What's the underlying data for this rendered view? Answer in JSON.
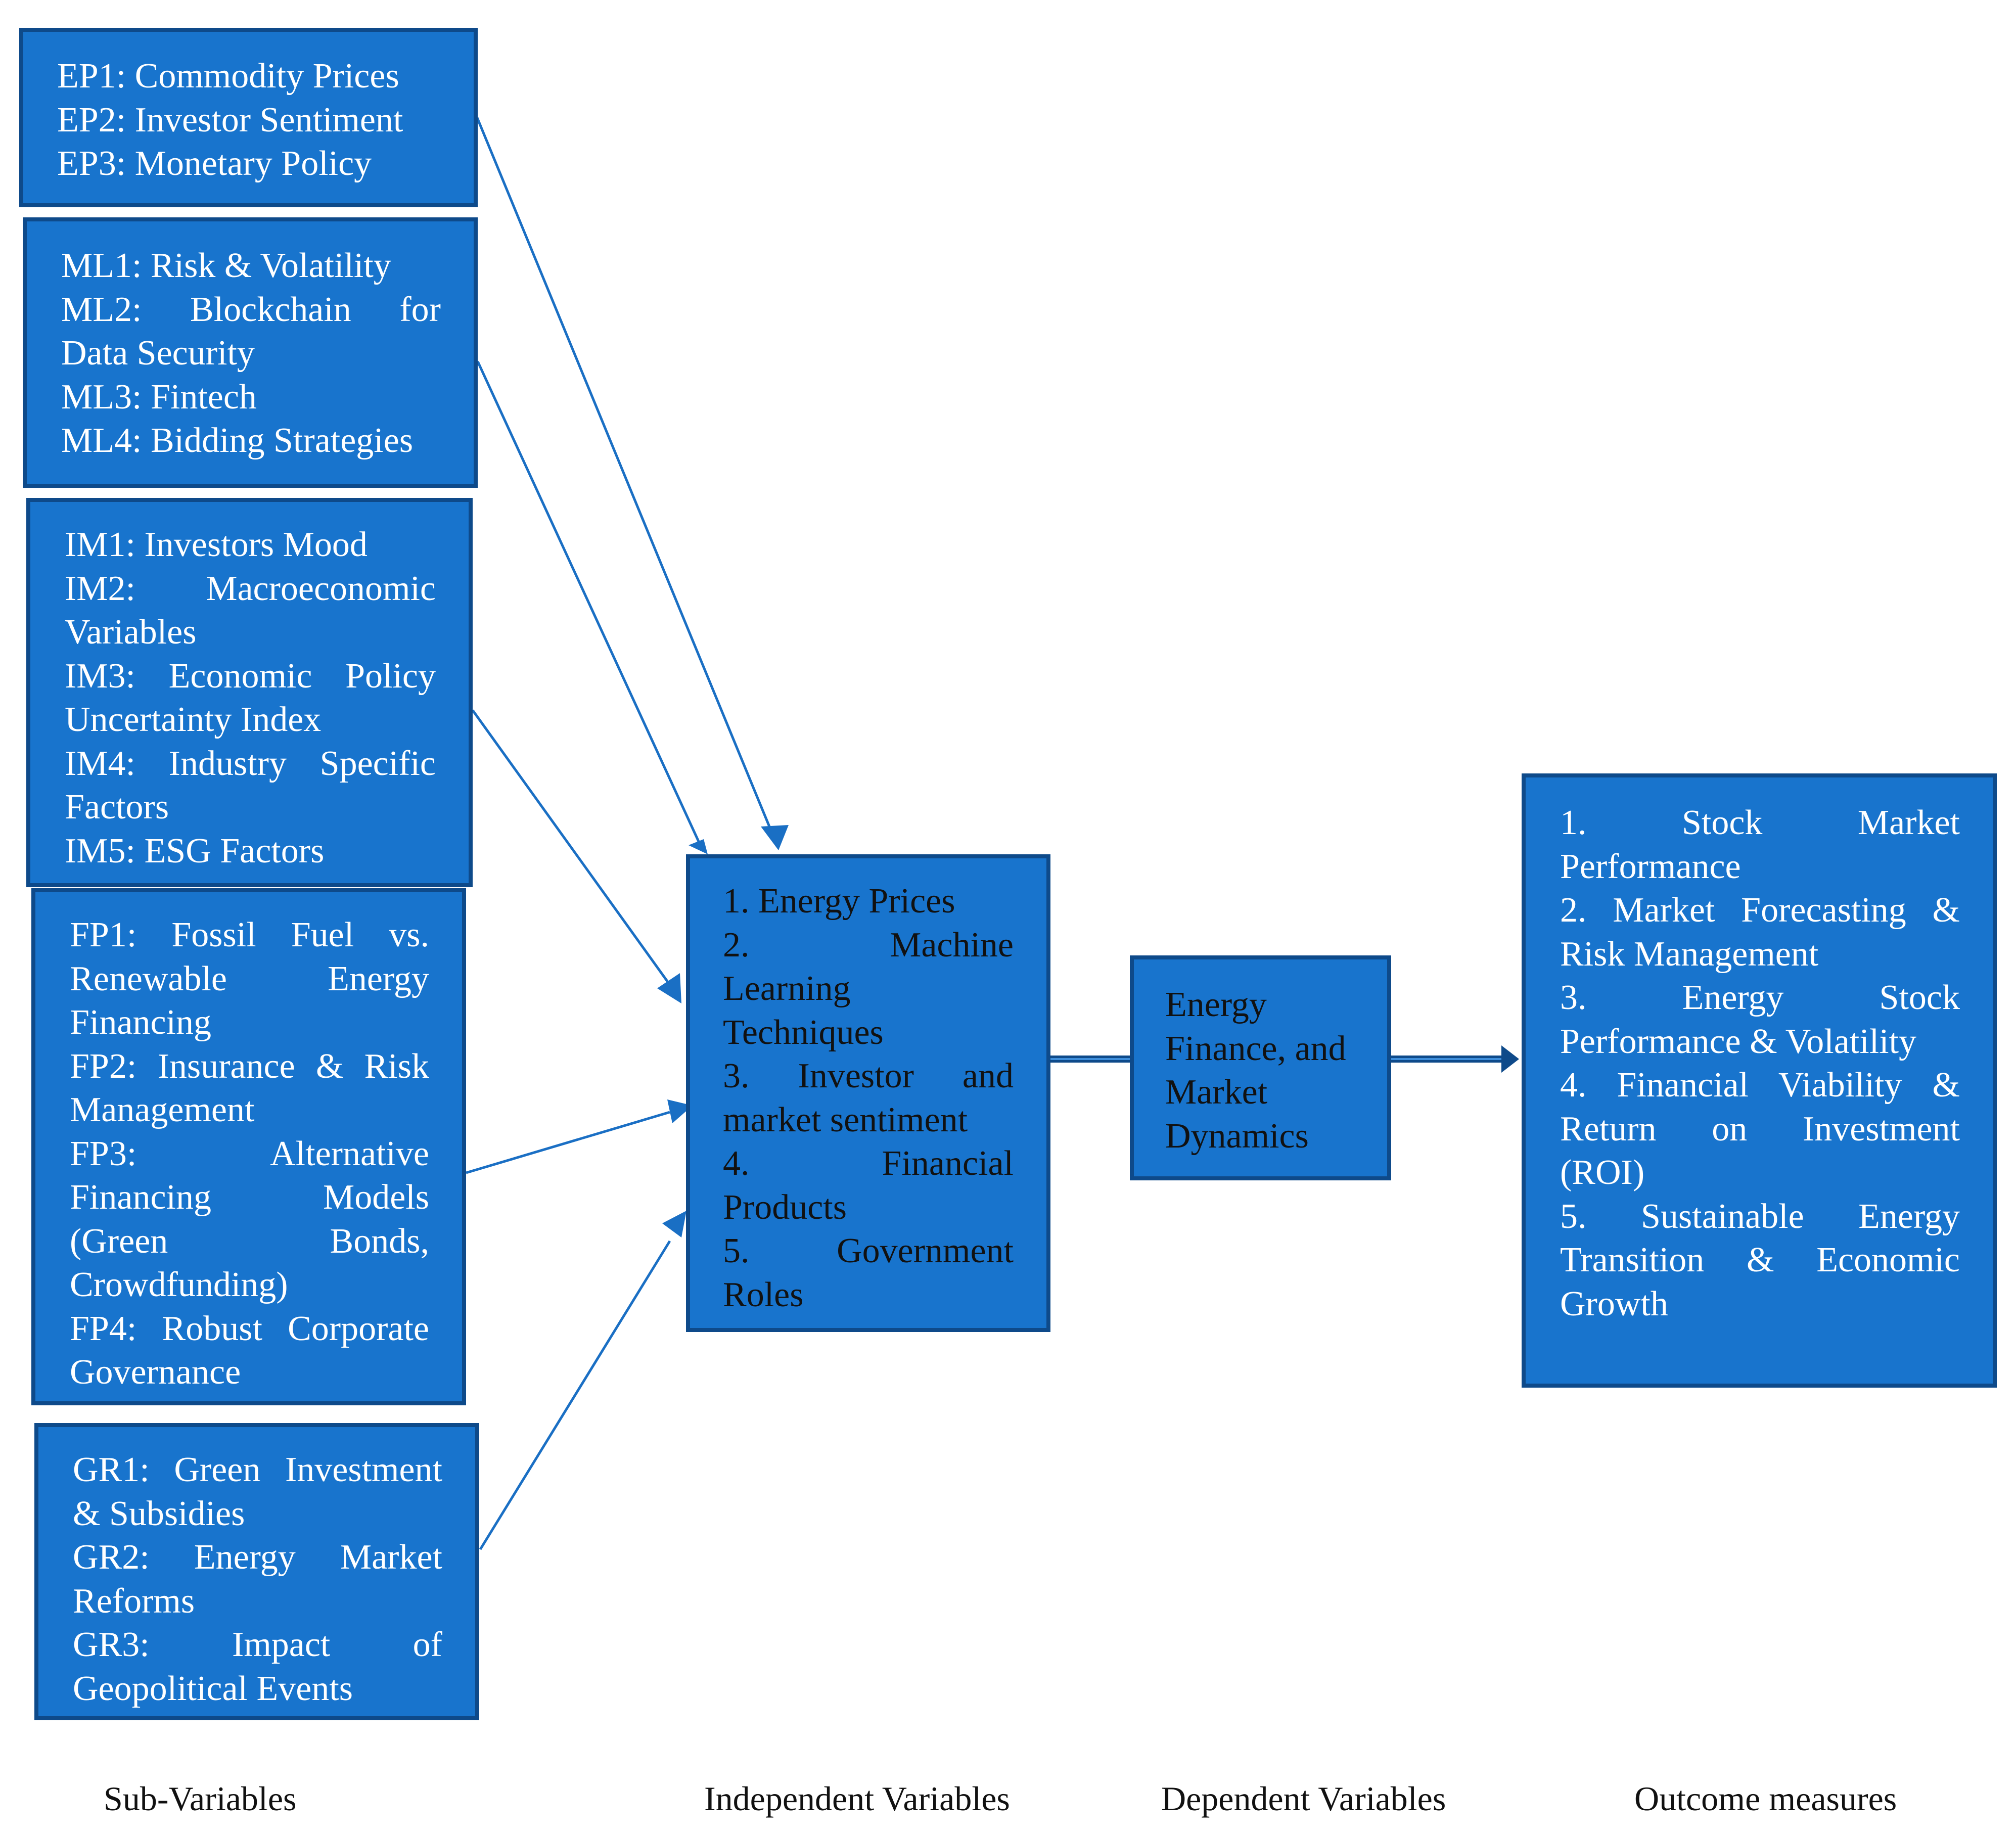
{
  "sub_variables": {
    "ep": [
      {
        "text": "EP1: Commodity Prices",
        "justify": false
      },
      {
        "text": "EP2: Investor Sentiment",
        "justify": false
      },
      {
        "text": "EP3: Monetary Policy",
        "justify": false
      }
    ],
    "ml": [
      {
        "text": "ML1: Risk & Volatility",
        "justify": false
      },
      {
        "text": "ML2: Blockchain for",
        "justify": true
      },
      {
        "text": "Data Security",
        "justify": false
      },
      {
        "text": "ML3: Fintech",
        "justify": false
      },
      {
        "text": "ML4: Bidding Strategies",
        "justify": false
      }
    ],
    "im": [
      {
        "text": "IM1: Investors Mood",
        "justify": false
      },
      {
        "text": "IM2: Macroeconomic",
        "justify": true
      },
      {
        "text": "Variables",
        "justify": false
      },
      {
        "text": "IM3: Economic Policy",
        "justify": true
      },
      {
        "text": "Uncertainty Index",
        "justify": false
      },
      {
        "text": "IM4: Industry Specific",
        "justify": true
      },
      {
        "text": "Factors",
        "justify": false
      },
      {
        "text": "IM5: ESG Factors",
        "justify": false
      }
    ],
    "fp": [
      {
        "text": "FP1: Fossil Fuel vs.",
        "justify": true
      },
      {
        "text": "Renewable Energy",
        "justify": true
      },
      {
        "text": "Financing",
        "justify": false
      },
      {
        "text": "FP2: Insurance & Risk",
        "justify": true
      },
      {
        "text": "Management",
        "justify": false
      },
      {
        "text": "FP3: Alternative",
        "justify": true
      },
      {
        "text": "Financing Models",
        "justify": true
      },
      {
        "text": "(Green Bonds,",
        "justify": true
      },
      {
        "text": "Crowdfunding)",
        "justify": false
      },
      {
        "text": "FP4: Robust Corporate",
        "justify": true
      },
      {
        "text": "Governance",
        "justify": false
      }
    ],
    "gr": [
      {
        "text": "GR1: Green Investment",
        "justify": true
      },
      {
        "text": "& Subsidies",
        "justify": false
      },
      {
        "text": "GR2: Energy Market",
        "justify": true
      },
      {
        "text": "Reforms",
        "justify": false
      },
      {
        "text": "GR3: Impact of",
        "justify": true
      },
      {
        "text": "Geopolitical Events",
        "justify": false
      }
    ]
  },
  "independent_variables": [
    {
      "text": "1. Energy Prices",
      "justify": false
    },
    {
      "text": "2. Machine",
      "justify": true
    },
    {
      "text": "Learning",
      "justify": false
    },
    {
      "text": "Techniques",
      "justify": false
    },
    {
      "text": "3. Investor and",
      "justify": true
    },
    {
      "text": "market sentiment",
      "justify": false
    },
    {
      "text": "4. Financial",
      "justify": true
    },
    {
      "text": "Products",
      "justify": false
    },
    {
      "text": "5. Government",
      "justify": true
    },
    {
      "text": "Roles",
      "justify": false
    }
  ],
  "dependent_variables": [
    {
      "text": "Energy",
      "justify": false
    },
    {
      "text": "Finance, and",
      "justify": false
    },
    {
      "text": "Market",
      "justify": false
    },
    {
      "text": "Dynamics",
      "justify": false
    }
  ],
  "outcome_measures": [
    {
      "text": "1. Stock Market",
      "justify": true
    },
    {
      "text": "Performance",
      "justify": false
    },
    {
      "text": "2. Market Forecasting &",
      "justify": true
    },
    {
      "text": "Risk Management",
      "justify": false
    },
    {
      "text": "3. Energy Stock",
      "justify": true
    },
    {
      "text": "Performance & Volatility",
      "justify": false
    },
    {
      "text": "4. Financial Viability &",
      "justify": true
    },
    {
      "text": "Return on Investment",
      "justify": true
    },
    {
      "text": "(ROI)",
      "justify": false
    },
    {
      "text": "5. Sustainable Energy",
      "justify": true
    },
    {
      "text": "Transition & Economic",
      "justify": true
    },
    {
      "text": "Growth",
      "justify": false
    }
  ],
  "column_labels": {
    "sub": "Sub-Variables",
    "independent": "Independent Variables",
    "dependent": "Dependent Variables",
    "outcome": "Outcome measures"
  },
  "colors": {
    "box_fill": "#1874CD",
    "box_border": "#0E4A8A",
    "arrow": "#1A6FC4",
    "thick_arrow": "#0E4A8A"
  }
}
